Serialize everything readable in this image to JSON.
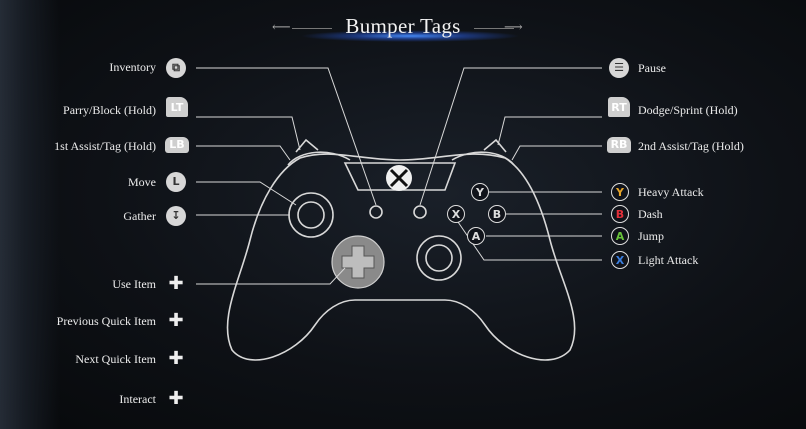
{
  "title": "Bumper Tags",
  "colors": {
    "y": "#e7a52a",
    "b": "#e2303a",
    "a": "#68c33a",
    "x": "#3b7fe0",
    "line": "#d8d8d8",
    "glow": "#3d7cff"
  },
  "left_labels": {
    "inventory": "Inventory",
    "parry": "Parry/Block (Hold)",
    "assist1": "1st Assist/Tag (Hold)",
    "move": "Move",
    "gather": "Gather",
    "use_item": "Use Item",
    "prev_quick": "Previous Quick Item",
    "next_quick": "Next Quick Item",
    "interact": "Interact"
  },
  "right_labels": {
    "pause": "Pause",
    "dodge": "Dodge/Sprint (Hold)",
    "assist2": "2nd Assist/Tag (Hold)",
    "heavy": "Heavy Attack",
    "dash": "Dash",
    "jump": "Jump",
    "light": "Light Attack"
  },
  "button_glyphs": {
    "lt": "LT",
    "lb": "LB",
    "rt": "RT",
    "rb": "RB",
    "y": "Y",
    "b": "B",
    "a": "A",
    "x": "X"
  },
  "icons": {
    "inventory": "view-icon",
    "pause": "menu-icon",
    "move": "left-stick-icon",
    "gather": "left-stick-click-icon",
    "dpad": "dpad-icon",
    "logo": "xbox-logo-icon"
  }
}
